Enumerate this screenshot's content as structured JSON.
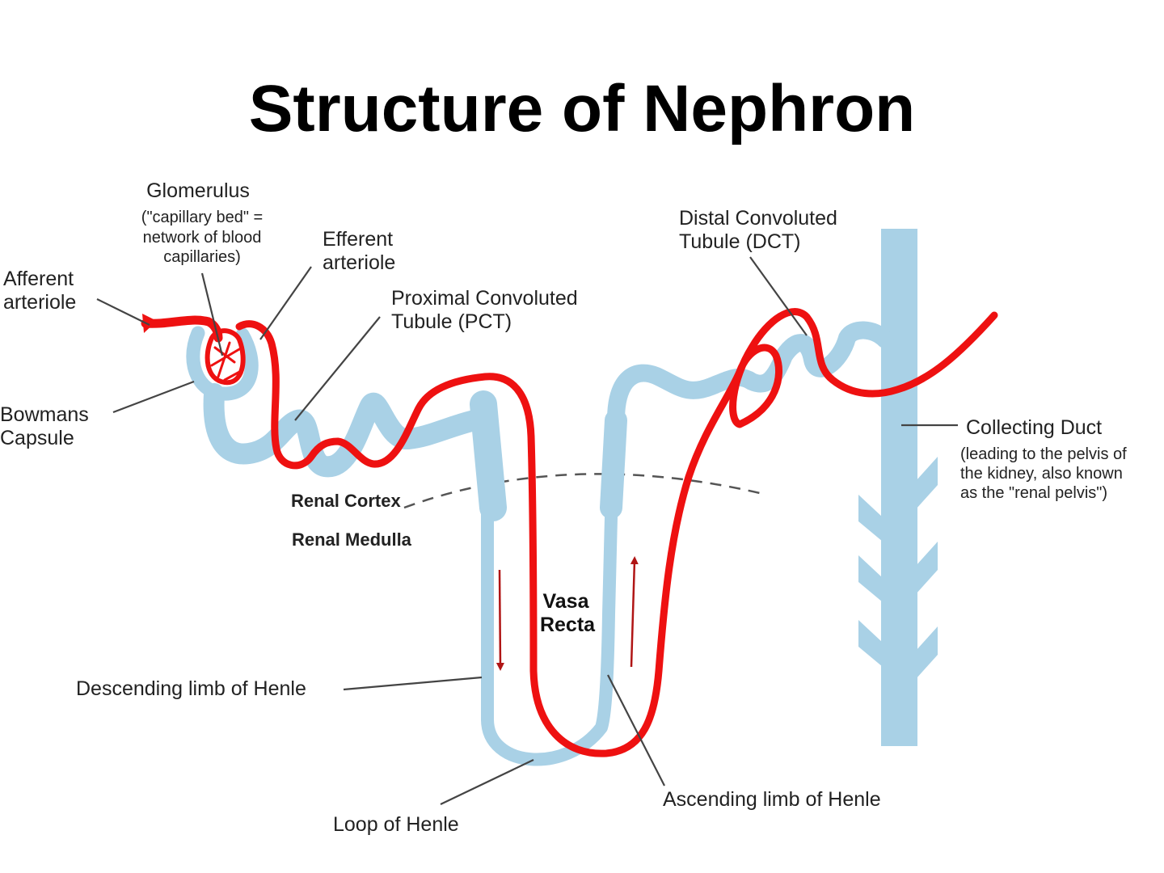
{
  "title": "Structure of Nephron",
  "colors": {
    "tubule": "#a9d1e6",
    "blood_vessel": "#ee1111",
    "flow_arrow": "#b01515",
    "text": "#222222"
  },
  "labels": {
    "glomerulus": {
      "name": "Glomerulus",
      "note": [
        "(\"capillary bed\" =",
        "network of blood",
        "capillaries)"
      ]
    },
    "efferent_arteriole": [
      "Efferent",
      "arteriole"
    ],
    "afferent_arteriole": [
      "Afferent",
      "arteriole"
    ],
    "bowmans_capsule": [
      "Bowmans",
      "Capsule"
    ],
    "pct": [
      "Proximal Convoluted",
      "Tubule (PCT)"
    ],
    "dct": [
      "Distal Convoluted",
      "Tubule (DCT)"
    ],
    "collecting_duct": {
      "name": "Collecting Duct",
      "note": [
        "(leading to the pelvis of",
        "the kidney, also known",
        "as the \"renal pelvis\")"
      ]
    },
    "renal_cortex": "Renal Cortex",
    "renal_medulla": "Renal Medulla",
    "vasa_recta": [
      "Vasa",
      "Recta"
    ],
    "descending_limb": "Descending limb of Henle",
    "ascending_limb": "Ascending limb of Henle",
    "loop_of_henle": "Loop of Henle"
  }
}
